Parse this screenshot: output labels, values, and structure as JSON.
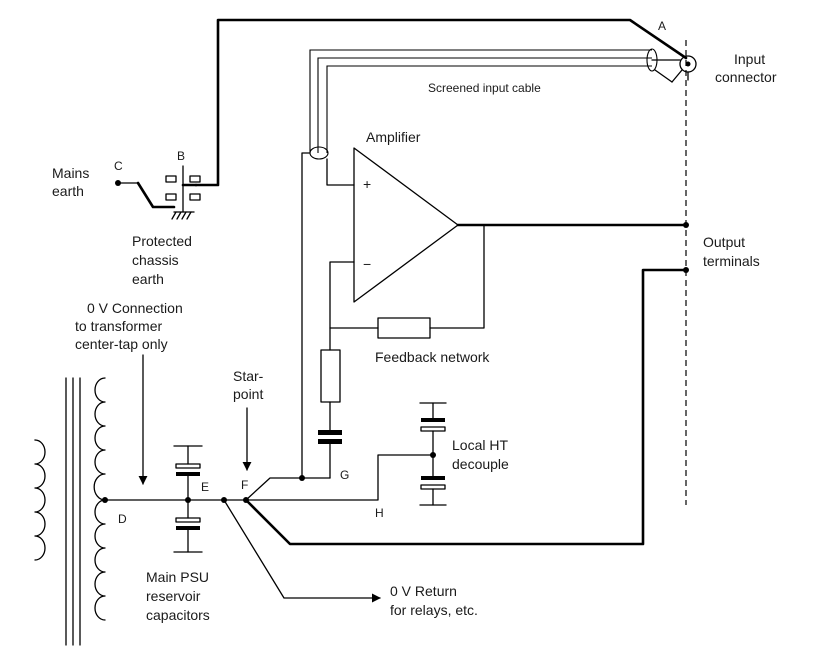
{
  "labels": {
    "point_a": "A",
    "point_b": "B",
    "point_c": "C",
    "point_d": "D",
    "point_e": "E",
    "point_f": "F",
    "point_g": "G",
    "point_h": "H",
    "input_connector": [
      "Input",
      "connector"
    ],
    "screened_cable": "Screened input cable",
    "amplifier": "Amplifier",
    "plus": "+",
    "minus": "−",
    "mains_earth": [
      "Mains",
      "earth"
    ],
    "protected_chassis_earth": [
      "Protected",
      "chassis",
      "earth"
    ],
    "output_terminals": [
      "Output",
      "terminals"
    ],
    "zero_v_connection": [
      "0 V Connection",
      "to transformer",
      "center-tap only"
    ],
    "star_point": [
      "Star-",
      "point"
    ],
    "feedback_network": "Feedback network",
    "local_ht_decouple": [
      "Local HT",
      "decouple"
    ],
    "main_psu_reservoir": [
      "Main PSU",
      "reservoir",
      "capacitors"
    ],
    "zero_v_return": [
      "0 V Return",
      "for relays, etc."
    ]
  }
}
